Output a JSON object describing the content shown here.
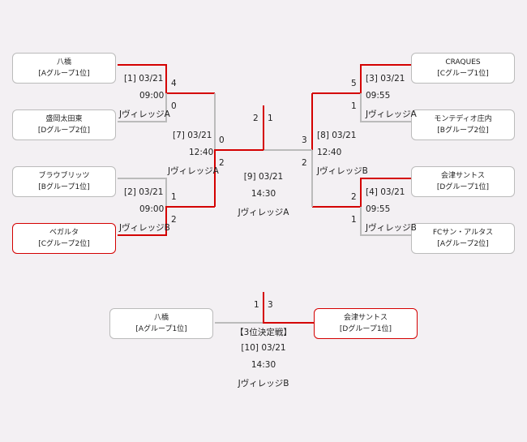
{
  "teams": {
    "l1": {
      "name": "八橋",
      "group": "[Aグループ1位]"
    },
    "l2": {
      "name": "盛岡太田東",
      "group": "[Dグループ2位]"
    },
    "l3": {
      "name": "ブラウブリッツ",
      "group": "[Bグループ1位]"
    },
    "l4": {
      "name": "ベガルタ",
      "group": "[Cグループ2位]"
    },
    "r1": {
      "name": "CRAQUES",
      "group": "[Cグループ1位]"
    },
    "r2": {
      "name": "モンテディオ庄内",
      "group": "[Bグループ2位]"
    },
    "r3": {
      "name": "会津サントス",
      "group": "[Dグループ1位]"
    },
    "r4": {
      "name": "FCサン・アルタス",
      "group": "[Aグループ2位]"
    },
    "t1": {
      "name": "八橋",
      "group": "[Aグループ1位]"
    },
    "t2": {
      "name": "会津サントス",
      "group": "[Dグループ1位]"
    }
  },
  "matches": {
    "m1": {
      "id_date": "[1] 03/21",
      "time": "09:00",
      "venue": "JヴィレッジA",
      "score_top": "4",
      "score_bottom": "0"
    },
    "m2": {
      "id_date": "[2] 03/21",
      "time": "09:00",
      "venue": "JヴィレッジB",
      "score_top": "1",
      "score_bottom": "2"
    },
    "m3": {
      "id_date": "[3] 03/21",
      "time": "09:55",
      "venue": "JヴィレッジA",
      "score_top": "5",
      "score_bottom": "1"
    },
    "m4": {
      "id_date": "[4] 03/21",
      "time": "09:55",
      "venue": "JヴィレッジB",
      "score_top": "2",
      "score_bottom": "1"
    },
    "m7": {
      "id_date": "[7] 03/21",
      "time": "12:40",
      "venue": "JヴィレッジA",
      "score_top": "0",
      "score_bottom": "2"
    },
    "m8": {
      "id_date": "[8] 03/21",
      "time": "12:40",
      "venue": "JヴィレッジB",
      "score_top": "3",
      "score_bottom": "2"
    },
    "m9": {
      "id_date": "[9] 03/21",
      "time": "14:30",
      "venue": "JヴィレッジA",
      "score_left": "2",
      "score_right": "1"
    },
    "m10": {
      "title": "【3位決定戦】",
      "id_date": "[10] 03/21",
      "time": "14:30",
      "venue": "JヴィレッジB",
      "score_left": "1",
      "score_right": "3"
    }
  },
  "colors": {
    "winner_line": "#d40000",
    "loser_line": "#bbbbbb",
    "background": "#f3f0f3"
  }
}
